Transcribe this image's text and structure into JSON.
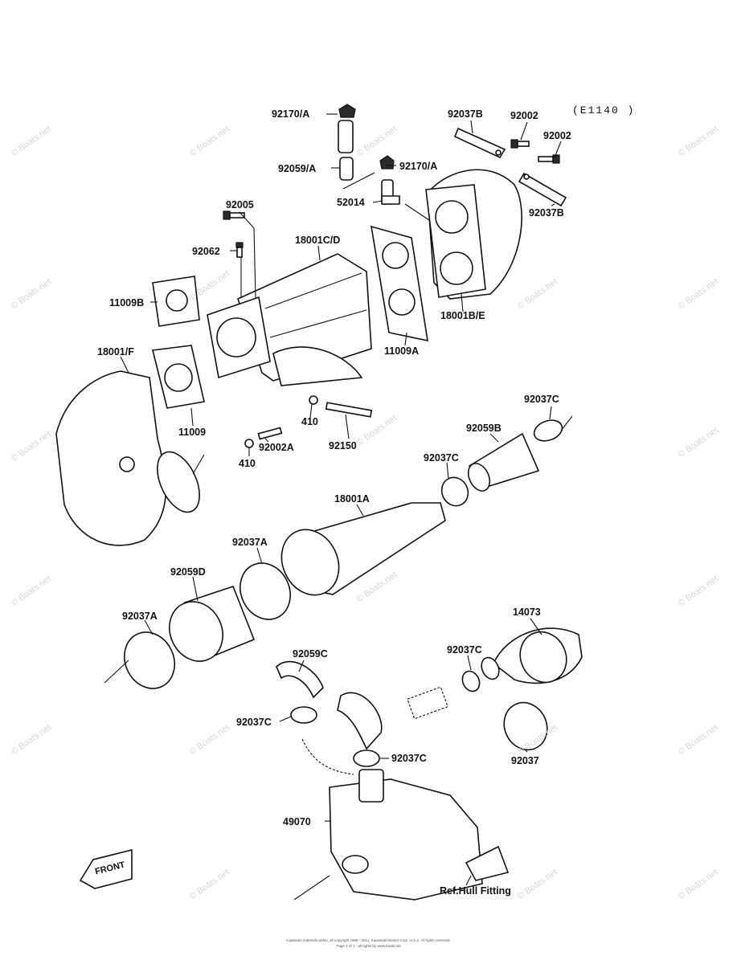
{
  "diagram_code": "(E1140 )",
  "parts": [
    {
      "id": "p1",
      "label": "92170/A"
    },
    {
      "id": "p2",
      "label": "92059/A"
    },
    {
      "id": "p3",
      "label": "92170/A"
    },
    {
      "id": "p4",
      "label": "52014"
    },
    {
      "id": "p5",
      "label": "92037B"
    },
    {
      "id": "p6",
      "label": "92002"
    },
    {
      "id": "p7",
      "label": "92002"
    },
    {
      "id": "p8",
      "label": "92037B"
    },
    {
      "id": "p9",
      "label": "92005"
    },
    {
      "id": "p10",
      "label": "18001C/D"
    },
    {
      "id": "p11",
      "label": "92062"
    },
    {
      "id": "p12",
      "label": "11009B"
    },
    {
      "id": "p13",
      "label": "18001B/E"
    },
    {
      "id": "p14",
      "label": "11009A"
    },
    {
      "id": "p15",
      "label": "18001/F"
    },
    {
      "id": "p16",
      "label": "11009"
    },
    {
      "id": "p17",
      "label": "410"
    },
    {
      "id": "p18",
      "label": "92002A"
    },
    {
      "id": "p19",
      "label": "410"
    },
    {
      "id": "p20",
      "label": "92150"
    },
    {
      "id": "p21",
      "label": "92037C"
    },
    {
      "id": "p22",
      "label": "92059B"
    },
    {
      "id": "p23",
      "label": "92037C"
    },
    {
      "id": "p24",
      "label": "18001A"
    },
    {
      "id": "p25",
      "label": "92037A"
    },
    {
      "id": "p26",
      "label": "92059D"
    },
    {
      "id": "p27",
      "label": "92037A"
    },
    {
      "id": "p28",
      "label": "14073"
    },
    {
      "id": "p29",
      "label": "92037C"
    },
    {
      "id": "p30",
      "label": "92059C"
    },
    {
      "id": "p31",
      "label": "92037C"
    },
    {
      "id": "p32",
      "label": "92037C"
    },
    {
      "id": "p33",
      "label": "92037"
    },
    {
      "id": "p34",
      "label": "49070"
    }
  ],
  "ref_label": "Ref.Hull Fitting",
  "front_label": "FRONT",
  "watermark": "© Boats.net",
  "copyright_line1": "Kawasaki materials within, all copyright 1995 - 2011, Kawasaki Motors Corp. U.S.A. All rights reserved.",
  "copyright_line2": "Page 1 of 1 - all rights by www.boats.net"
}
